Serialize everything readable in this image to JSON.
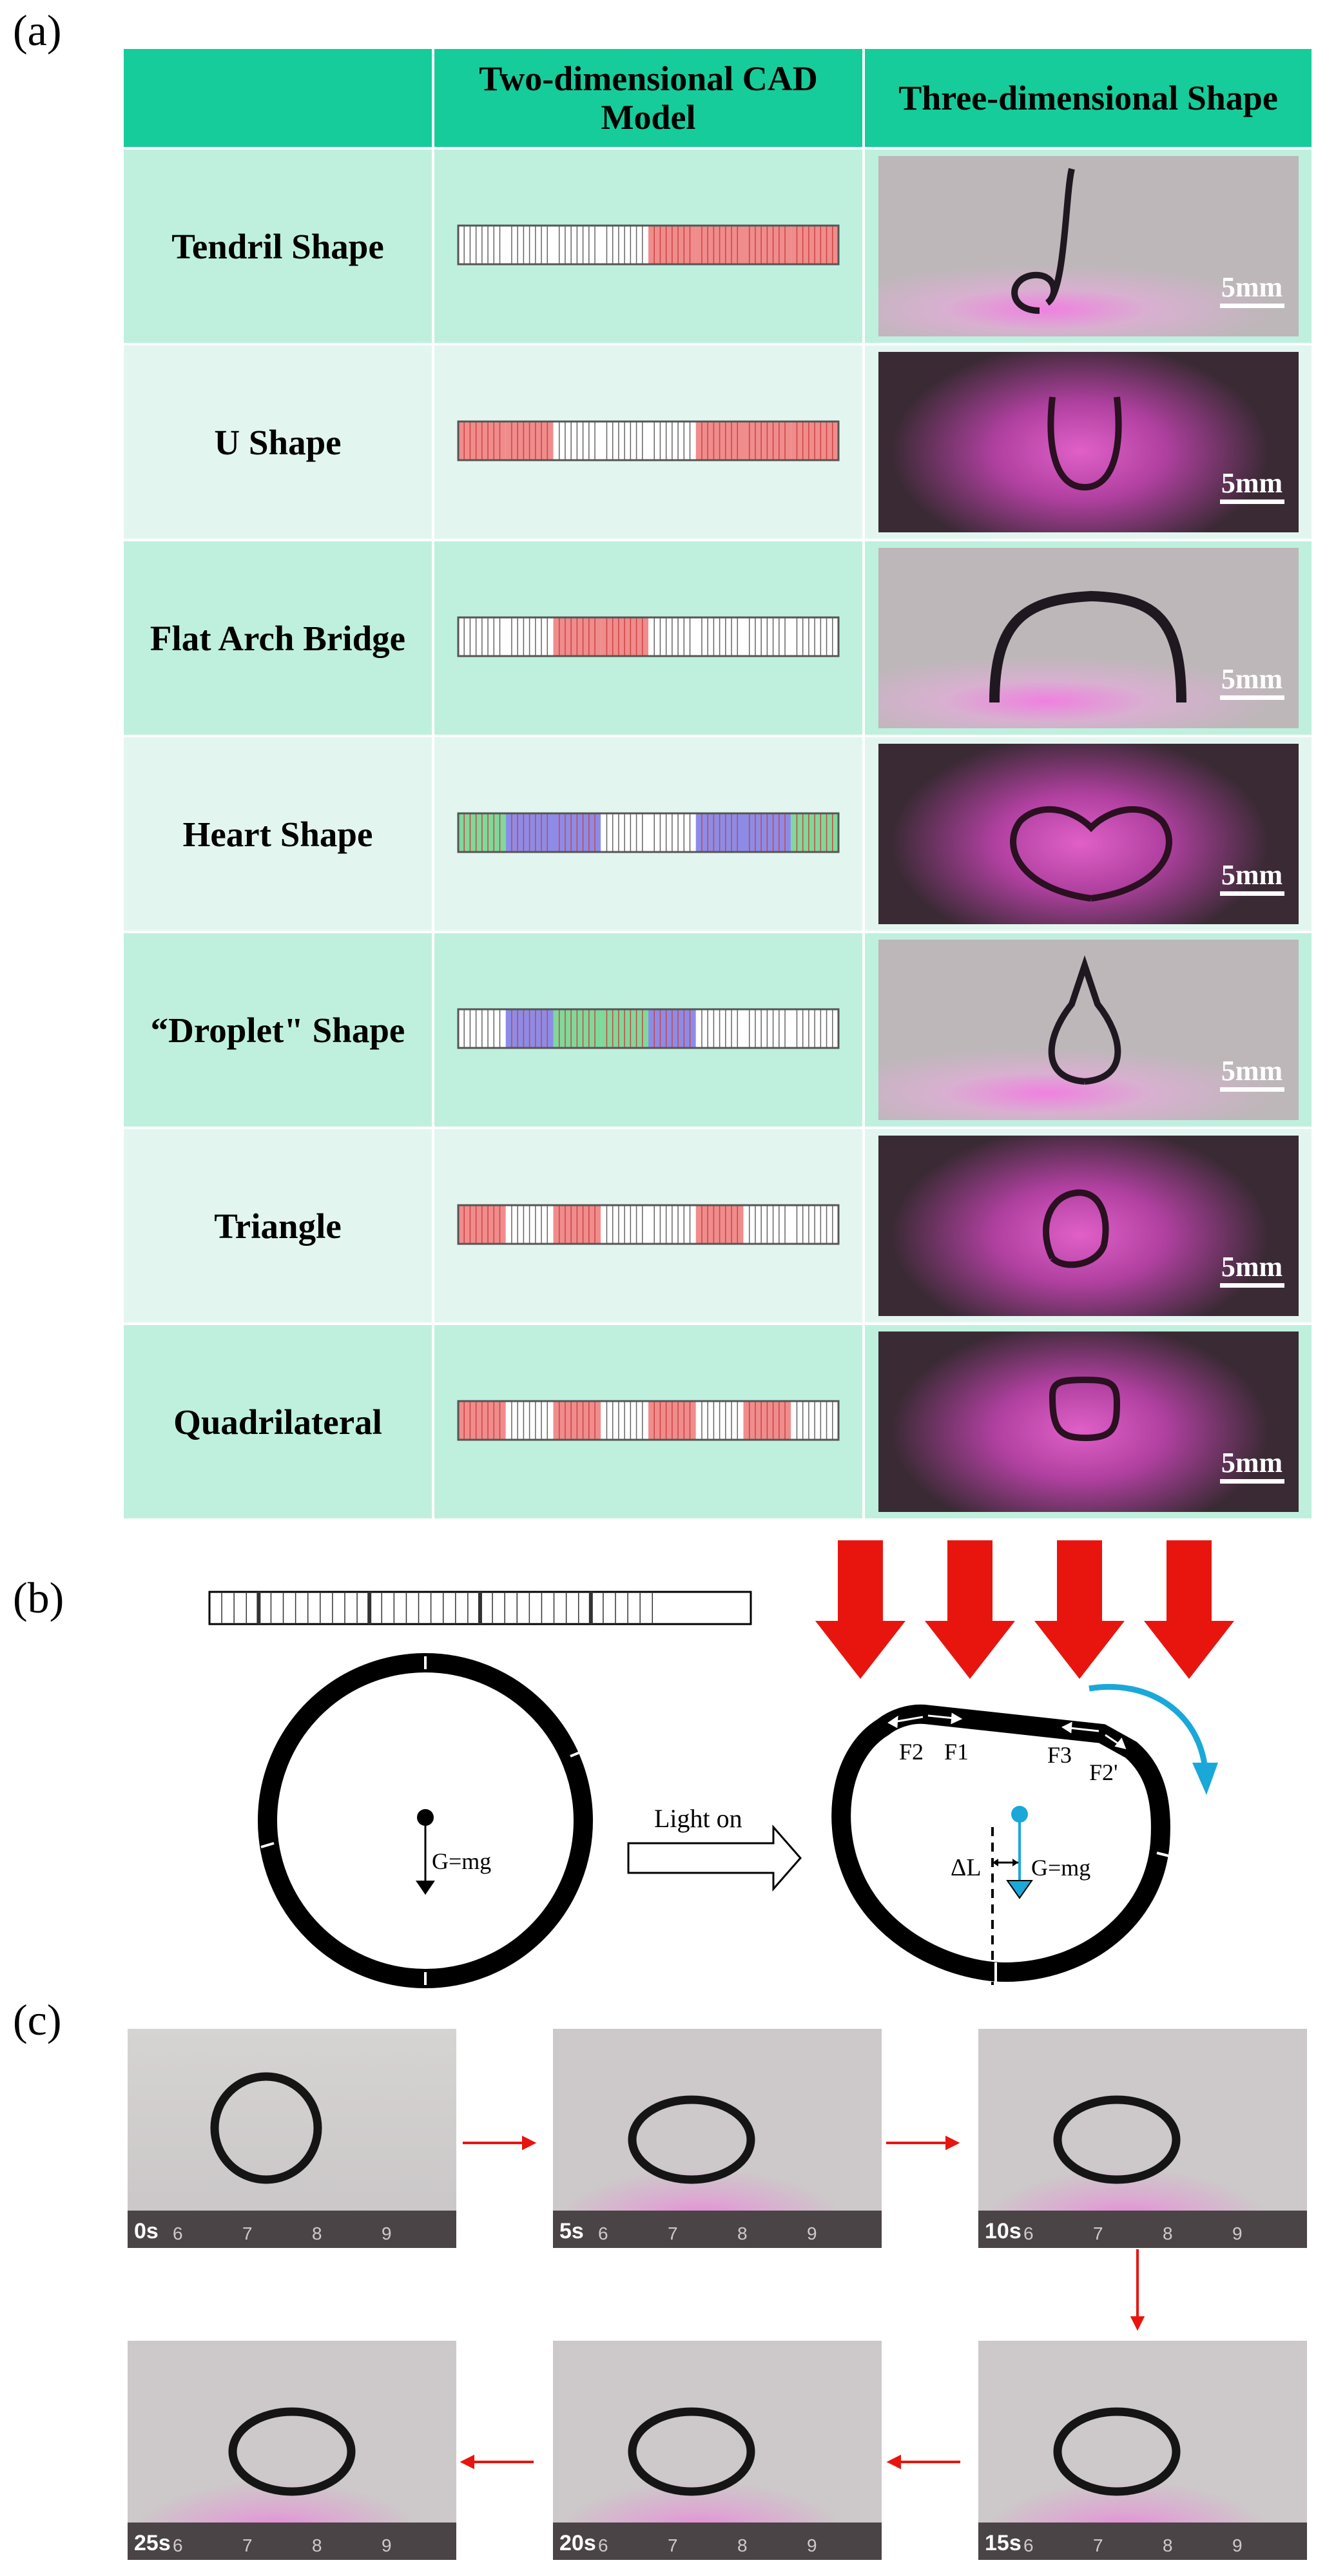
{
  "panel_labels": {
    "a": "(a)",
    "b": "(b)",
    "c": "(c)"
  },
  "table": {
    "headers": [
      "",
      "Two-dimensional CAD Model",
      "Three-dimensional Shape"
    ],
    "rows": [
      {
        "name": "Tendril Shape",
        "scale": "5mm",
        "segments": [
          "k",
          "k",
          "k",
          "k",
          "r",
          "r",
          "r",
          "r"
        ]
      },
      {
        "name": "U Shape",
        "scale": "5mm",
        "segments": [
          "r",
          "r",
          "k",
          "k",
          "k",
          "r",
          "r",
          "r"
        ]
      },
      {
        "name": "Flat Arch Bridge",
        "scale": "5mm",
        "segments": [
          "k",
          "k",
          "r",
          "r",
          "k",
          "k",
          "k",
          "k"
        ]
      },
      {
        "name": "Heart Shape",
        "scale": "5mm",
        "segments": [
          "g",
          "b",
          "b",
          "k",
          "k",
          "b",
          "b",
          "g"
        ]
      },
      {
        "name": "“Droplet\" Shape",
        "scale": "5mm",
        "segments": [
          "k",
          "b",
          "g",
          "g",
          "b",
          "k",
          "k",
          "k"
        ]
      },
      {
        "name": "Triangle",
        "scale": "5mm",
        "segments": [
          "r",
          "k",
          "r",
          "k",
          "k",
          "r",
          "k",
          "k"
        ]
      },
      {
        "name": "Quadrilateral",
        "scale": "5mm",
        "segments": [
          "r",
          "k",
          "r",
          "k",
          "r",
          "k",
          "r",
          "k"
        ]
      }
    ]
  },
  "diagram": {
    "left_force_label": "G=mg",
    "arrow_label": "Light on",
    "right_force_label": "G=mg",
    "delta_label": "ΔL",
    "force_labels": [
      "F2",
      "F1",
      "F3",
      "F2'"
    ]
  },
  "timelapse": {
    "frames": [
      {
        "label": "0s"
      },
      {
        "label": "5s"
      },
      {
        "label": "10s"
      },
      {
        "label": "15s"
      },
      {
        "label": "20s"
      },
      {
        "label": "25s"
      }
    ],
    "ruler_numbers": [
      "6",
      "7",
      "8",
      "9"
    ]
  },
  "colors": {
    "header": "#16cc9a",
    "row_dark": "#bff0de",
    "row_light": "#e2f6ef",
    "seg_red": "#f08c8c",
    "seg_blue": "#8c8ce8",
    "seg_green": "#7fd99a",
    "light_arrow": "#e8150f",
    "rotation_arrow": "#1aa8d8",
    "magenta": "#e040c8"
  }
}
